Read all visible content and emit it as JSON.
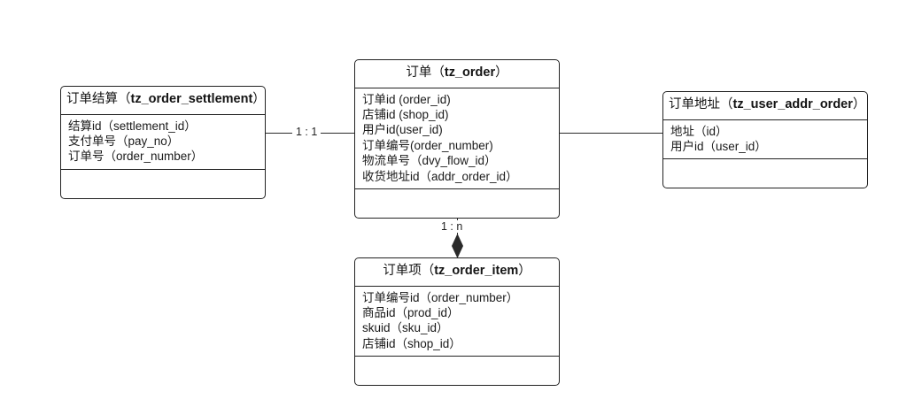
{
  "diagram": {
    "type": "er-diagram",
    "background_color": "#ffffff",
    "line_color": "#2a2a2a",
    "text_color": "#1a1a1a"
  },
  "entities": [
    {
      "id": "tz_order_settlement",
      "title_cn": "订单结算",
      "title_table": "tz_order_settlement",
      "title_full": "订单结算（tz_order_settlement）",
      "attributes": [
        "结算id（settlement_id）",
        "支付单号（pay_no）",
        "订单号（order_number）"
      ]
    },
    {
      "id": "tz_order",
      "title_cn": "订单",
      "title_table": "tz_order",
      "title_full": "订单（tz_order）",
      "attributes": [
        "订单id (order_id)",
        "店铺id (shop_id)",
        "用户id(user_id)",
        "订单编号(order_number)",
        "物流单号（dvy_flow_id）",
        "收货地址id（addr_order_id）"
      ]
    },
    {
      "id": "tz_user_addr_order",
      "title_cn": "订单地址",
      "title_table": "tz_user_addr_order",
      "title_full": "订单地址（tz_user_addr_order）",
      "attributes": [
        "地址（id）",
        "用户id（user_id）"
      ]
    },
    {
      "id": "tz_order_item",
      "title_cn": "订单项",
      "title_table": "tz_order_item",
      "title_full": "订单项（tz_order_item）",
      "attributes": [
        "订单编号id（order_number）",
        "商品id（prod_id）",
        "skuid（sku_id）",
        "店铺id（shop_id）"
      ]
    }
  ],
  "relationships": [
    {
      "id": "settlement-order",
      "from": "tz_order_settlement",
      "to": "tz_order",
      "cardinality": "1 : 1",
      "marker": "none"
    },
    {
      "id": "order-addr",
      "from": "tz_order",
      "to": "tz_user_addr_order",
      "cardinality": "",
      "marker": "none"
    },
    {
      "id": "order-item",
      "from": "tz_order",
      "to": "tz_order_item",
      "cardinality": "1 : n",
      "marker": "filled-diamond"
    }
  ]
}
